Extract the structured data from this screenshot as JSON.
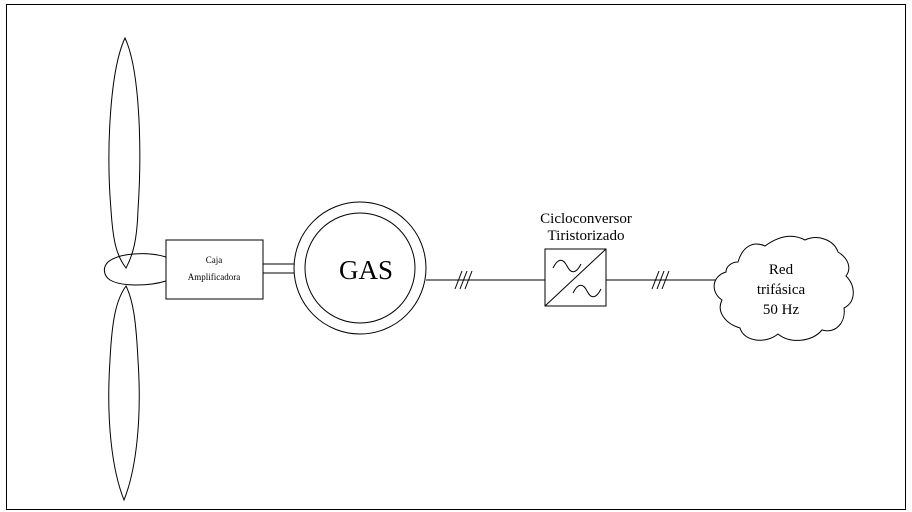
{
  "diagram": {
    "gearbox_label": [
      "Caja",
      "Amplificadora"
    ],
    "generator_label": "GAS",
    "converter_label": [
      "Cicloconversor",
      "Tiristorizado"
    ],
    "grid_label": [
      "Red",
      "trifásica",
      "50 Hz"
    ],
    "colors": {
      "line": "#000000",
      "background": "#ffffff"
    }
  }
}
